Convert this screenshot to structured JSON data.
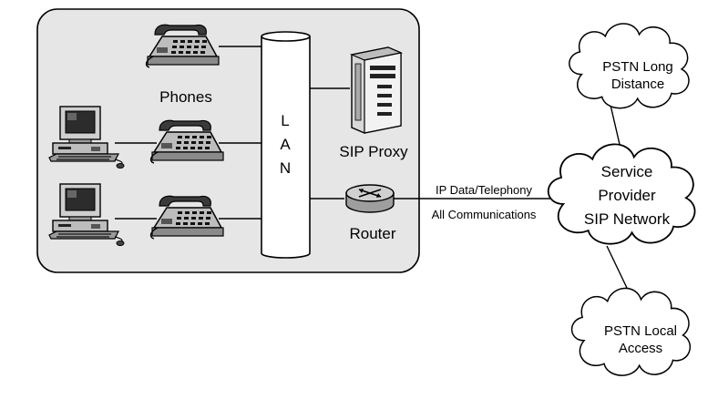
{
  "labels": {
    "phones": "Phones",
    "lan": [
      "L",
      "A",
      "N"
    ],
    "sip_proxy": "SIP Proxy",
    "router": "Router",
    "link_top": "IP Data/Telephony",
    "link_bottom": "All Communications",
    "cloud_top": [
      "PSTN Long",
      "Distance"
    ],
    "cloud_middle": [
      "Service",
      "Provider",
      "SIP Network"
    ],
    "cloud_bottom": [
      "PSTN Local",
      "Access"
    ]
  },
  "colors": {
    "panel_fill": "#e6e6e6",
    "line": "#000000",
    "background": "#ffffff"
  },
  "icons": [
    "desk-phone-icon",
    "desktop-computer-icon",
    "server-tower-icon",
    "router-icon",
    "cloud-shape"
  ]
}
